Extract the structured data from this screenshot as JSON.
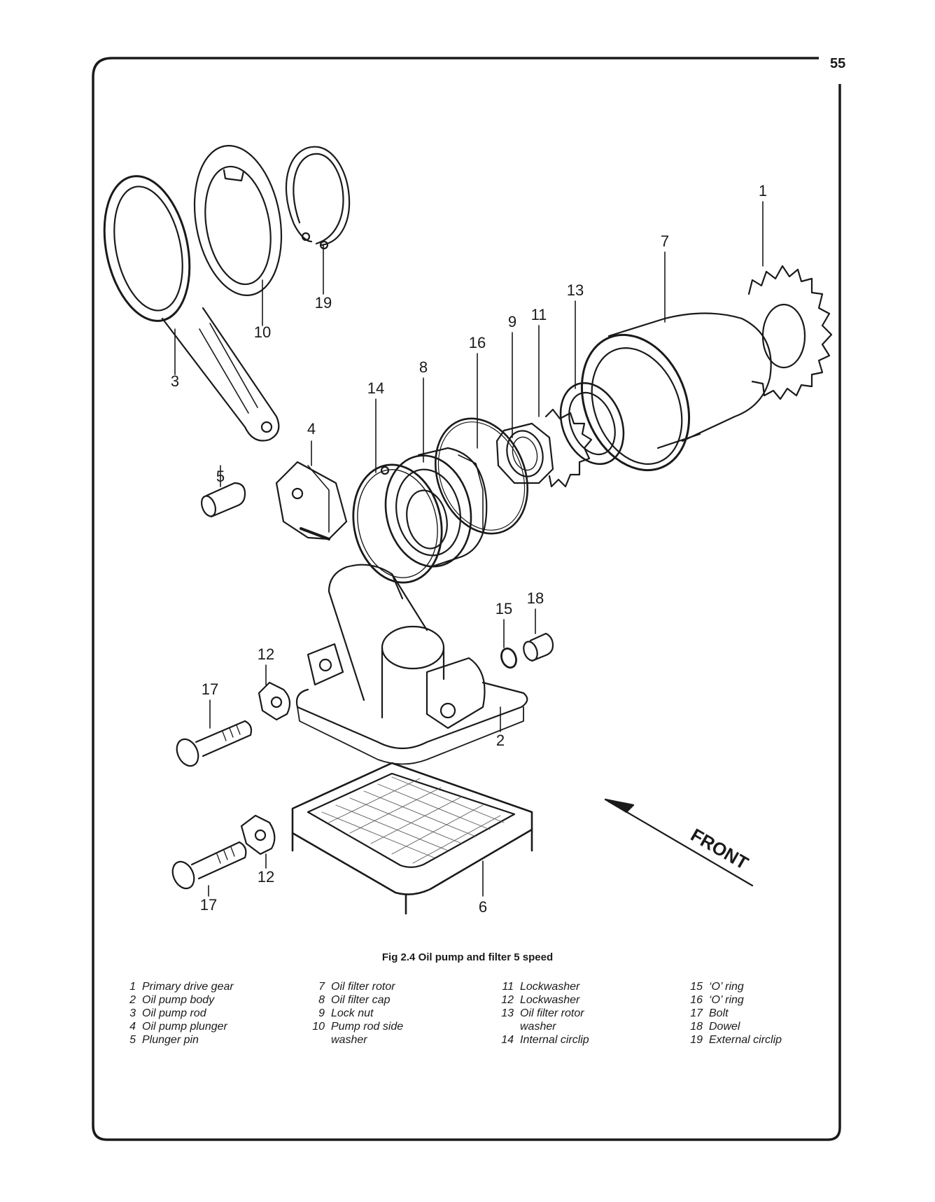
{
  "page": {
    "number": "55",
    "caption": "Fig 2.4 Oil pump and filter 5 speed",
    "direction_label": "FRONT"
  },
  "callouts": [
    "1",
    "7",
    "13",
    "11",
    "9",
    "16",
    "8",
    "14",
    "3",
    "10",
    "19",
    "4",
    "5",
    "18",
    "15",
    "12",
    "17",
    "2",
    "12",
    "17",
    "6"
  ],
  "legend": {
    "col1": [
      {
        "num": "1",
        "text": "Primary drive gear"
      },
      {
        "num": "2",
        "text": "Oil pump body"
      },
      {
        "num": "3",
        "text": "Oil pump rod"
      },
      {
        "num": "4",
        "text": "Oil pump plunger"
      },
      {
        "num": "5",
        "text": "Plunger pin"
      }
    ],
    "col2": [
      {
        "num": "7",
        "text": "Oil filter rotor"
      },
      {
        "num": "8",
        "text": "Oil filter cap"
      },
      {
        "num": "9",
        "text": "Lock nut"
      },
      {
        "num": "10",
        "text": "Pump rod side"
      },
      {
        "num": "",
        "text": "washer"
      }
    ],
    "col3": [
      {
        "num": "11",
        "text": "Lockwasher"
      },
      {
        "num": "12",
        "text": "Lockwasher"
      },
      {
        "num": "13",
        "text": "Oil filter rotor"
      },
      {
        "num": "",
        "text": "washer"
      },
      {
        "num": "14",
        "text": "Internal circlip"
      }
    ],
    "col4": [
      {
        "num": "15",
        "text": "‘O’ ring"
      },
      {
        "num": "16",
        "text": "‘O’ ring"
      },
      {
        "num": "17",
        "text": "Bolt"
      },
      {
        "num": "18",
        "text": "Dowel"
      },
      {
        "num": "19",
        "text": "External circlip"
      }
    ]
  },
  "colors": {
    "ink": "#1a1a1a",
    "paper": "#ffffff"
  }
}
